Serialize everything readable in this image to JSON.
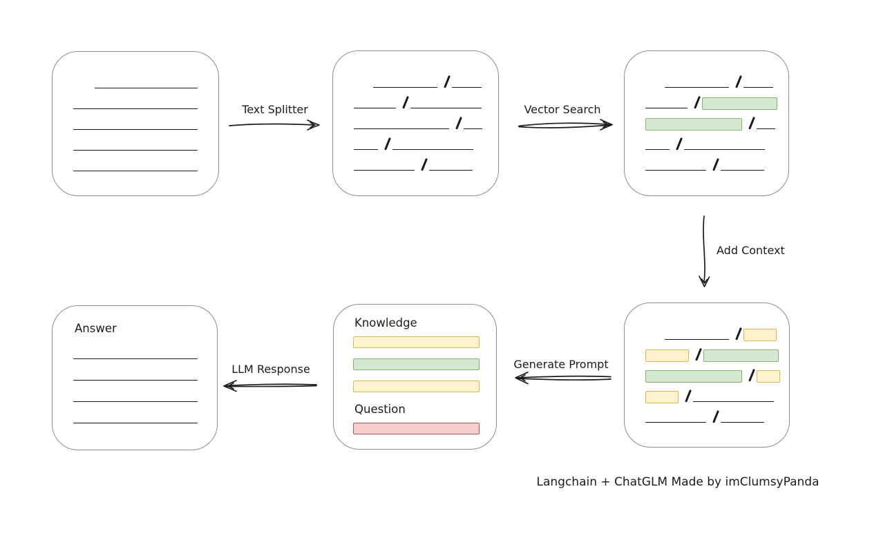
{
  "colors": {
    "line": "#1b1b1b",
    "box_border": "#8c8c8c",
    "green_fill": "#d5e8d4",
    "green_border": "#82b366",
    "yellow_fill": "#fff2cc",
    "yellow_border": "#d6b656",
    "red_fill": "#f8cecc",
    "red_border": "#b85450"
  },
  "labels": {
    "text_splitter": "Text Splitter",
    "vector_search": "Vector Search",
    "add_context": "Add Context",
    "generate_prompt": "Generate Prompt",
    "llm_response": "LLM Response",
    "knowledge": "Knowledge",
    "question": "Question",
    "answer": "Answer",
    "caption": "Langchain + ChatGLM Made by imClumsyPanda"
  },
  "boxes": {
    "document": {
      "rows": [
        [
          {
            "t": "gap",
            "w": 31
          },
          {
            "t": "line",
            "w": 149
          }
        ],
        [
          {
            "t": "line",
            "w": 180
          }
        ],
        [
          {
            "t": "line",
            "w": 180
          }
        ],
        [
          {
            "t": "line",
            "w": 180
          }
        ],
        [
          {
            "t": "line",
            "w": 180
          }
        ]
      ]
    },
    "chunks": {
      "rows": [
        [
          {
            "t": "gap",
            "w": 28
          },
          {
            "t": "line",
            "w": 93
          },
          {
            "t": "slash"
          },
          {
            "t": "line",
            "w": 43
          }
        ],
        [
          {
            "t": "line",
            "w": 61
          },
          {
            "t": "slash"
          },
          {
            "t": "line",
            "w": 103
          }
        ],
        [
          {
            "t": "line",
            "w": 138
          },
          {
            "t": "slash"
          },
          {
            "t": "line",
            "w": 27
          }
        ],
        [
          {
            "t": "line",
            "w": 35
          },
          {
            "t": "slash"
          },
          {
            "t": "line",
            "w": 117
          }
        ],
        [
          {
            "t": "line",
            "w": 88
          },
          {
            "t": "slash"
          },
          {
            "t": "line",
            "w": 63
          }
        ]
      ]
    },
    "matched": {
      "rows": [
        [
          {
            "t": "gap",
            "w": 28
          },
          {
            "t": "line",
            "w": 93
          },
          {
            "t": "slash"
          },
          {
            "t": "line",
            "w": 43
          }
        ],
        [
          {
            "t": "line",
            "w": 61
          },
          {
            "t": "slash"
          },
          {
            "t": "box",
            "c": "green",
            "w": 107
          }
        ],
        [
          {
            "t": "box",
            "c": "green",
            "w": 138
          },
          {
            "t": "slash"
          },
          {
            "t": "line",
            "w": 27
          }
        ],
        [
          {
            "t": "line",
            "w": 35
          },
          {
            "t": "slash"
          },
          {
            "t": "line",
            "w": 117
          }
        ],
        [
          {
            "t": "line",
            "w": 88
          },
          {
            "t": "slash"
          },
          {
            "t": "line",
            "w": 63
          }
        ]
      ]
    },
    "context": {
      "rows": [
        [
          {
            "t": "gap",
            "w": 28
          },
          {
            "t": "line",
            "w": 93
          },
          {
            "t": "slash"
          },
          {
            "t": "box",
            "c": "yellow",
            "w": 46
          }
        ],
        [
          {
            "t": "box",
            "c": "yellow",
            "w": 61
          },
          {
            "t": "slash"
          },
          {
            "t": "box",
            "c": "green",
            "w": 107
          }
        ],
        [
          {
            "t": "box",
            "c": "green",
            "w": 138
          },
          {
            "t": "slash"
          },
          {
            "t": "box",
            "c": "yellow",
            "w": 32
          }
        ],
        [
          {
            "t": "box",
            "c": "yellow",
            "w": 46
          },
          {
            "t": "slash"
          },
          {
            "t": "line",
            "w": 117
          }
        ],
        [
          {
            "t": "line",
            "w": 88
          },
          {
            "t": "slash"
          },
          {
            "t": "line",
            "w": 63
          }
        ]
      ]
    }
  }
}
